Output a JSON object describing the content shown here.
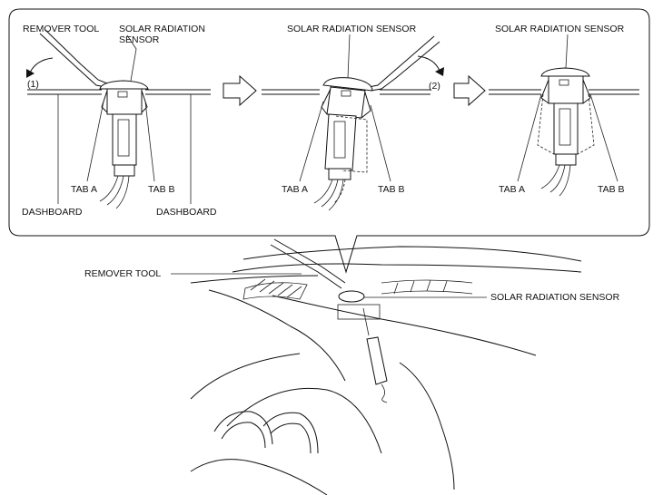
{
  "labels": {
    "remover_tool_top": "REMOVER TOOL",
    "sensor_1_line1": "SOLAR RADIATION",
    "sensor_1_line2": "SENSOR",
    "sensor_2": "SOLAR RADIATION SENSOR",
    "sensor_3": "SOLAR RADIATION SENSOR",
    "step_1": "(1)",
    "step_2": "(2)",
    "tab_a_1": "TAB A",
    "tab_b_1": "TAB B",
    "dashboard_left": "DASHBOARD",
    "dashboard_right": "DASHBOARD",
    "tab_a_2": "TAB A",
    "tab_b_2": "TAB B",
    "tab_a_3": "TAB A",
    "tab_b_3": "TAB B",
    "remover_tool_bottom": "REMOVER TOOL",
    "sensor_bottom": "SOLAR RADIATION SENSOR"
  },
  "colors": {
    "ink": "#111111",
    "background": "#ffffff"
  }
}
